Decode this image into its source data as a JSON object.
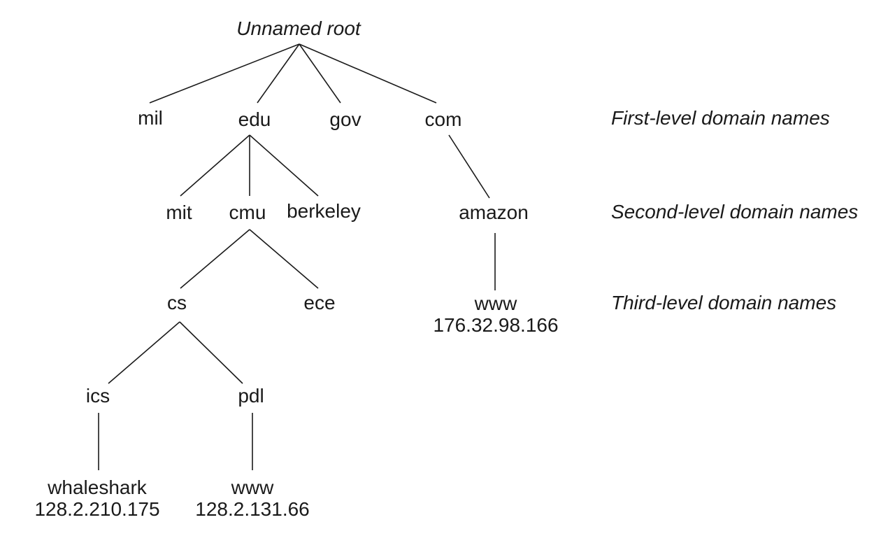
{
  "diagram": {
    "root": "Unnamed root",
    "first_level": {
      "mil": "mil",
      "edu": "edu",
      "gov": "gov",
      "com": "com"
    },
    "second_level": {
      "mit": "mit",
      "cmu": "cmu",
      "berkeley": "berkeley",
      "amazon": "amazon"
    },
    "third_level": {
      "cs": "cs",
      "ece": "ece",
      "amazon_www": "www",
      "amazon_www_ip": "176.32.98.166"
    },
    "fourth_level": {
      "ics": "ics",
      "pdl": "pdl"
    },
    "hosts": {
      "whaleshark": "whaleshark",
      "whaleshark_ip": "128.2.210.175",
      "pdl_www": "www",
      "pdl_www_ip": "128.2.131.66"
    },
    "level_labels": {
      "first": "First-level domain names",
      "second": "Second-level domain names",
      "third": "Third-level domain names"
    }
  }
}
